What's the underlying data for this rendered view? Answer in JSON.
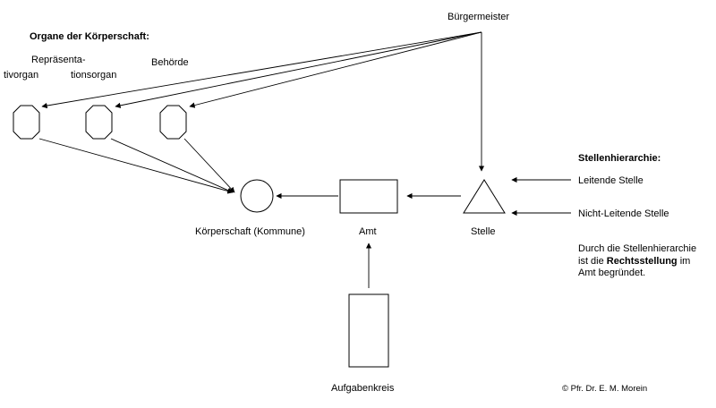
{
  "labels": {
    "buergermeister": "Bürgermeister",
    "organe_heading": "Organe der Körperschaft:",
    "repraesentativ_1": "Repräsenta-",
    "repraesentativ_2": "tivorgan",
    "repraesentations_2": "tionsorgan",
    "behoerde": "Behörde",
    "koerperschaft": "Körperschaft (Kommune)",
    "amt": "Amt",
    "stelle": "Stelle",
    "aufgabenkreis": "Aufgabenkreis"
  },
  "stellenhierarchie": {
    "heading": "Stellenhierarchie:",
    "leitende": "Leitende Stelle",
    "nicht_leitende": "Nicht-Leitende Stelle"
  },
  "note": {
    "line1": "Durch die Stellenhierarchie",
    "line2_pre": "ist die ",
    "line2_bold": "Rechtsstellung",
    "line2_post": " im",
    "line3": "Amt begründet."
  },
  "copyright": "© Pfr. Dr. E. M. Morein"
}
